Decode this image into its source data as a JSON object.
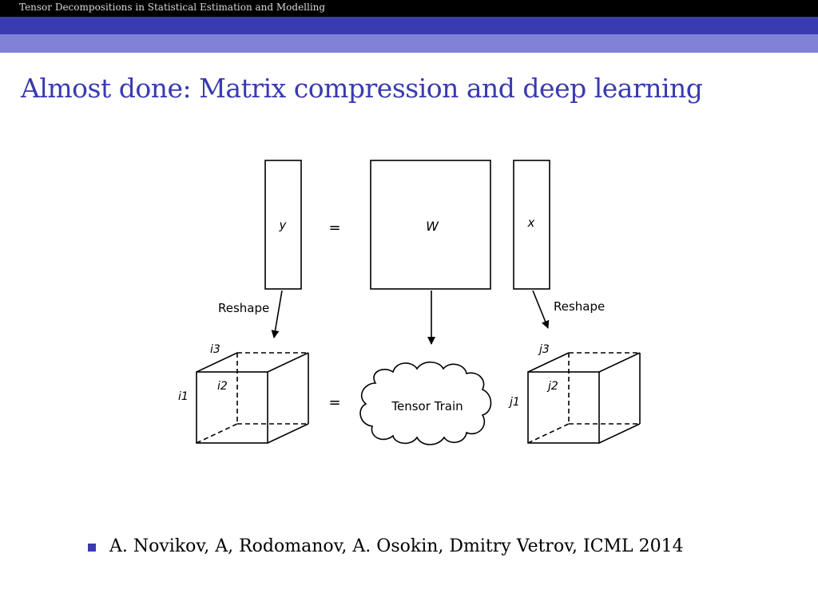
{
  "header": {
    "presentation_title": "Tensor Decompositions in Statistical Estimation and Modelling"
  },
  "frame": {
    "title": "Almost done: Matrix compression and deep learning"
  },
  "figure": {
    "top_row": {
      "y_label": "y",
      "equals": "=",
      "w_label": "W",
      "x_label": "x"
    },
    "reshape_left": "Reshape",
    "reshape_right": "Reshape",
    "left_tensor": {
      "i3": "i3",
      "i2": "i2",
      "i1": "i1"
    },
    "equals_bottom": "=",
    "cloud_label": "Tensor Train",
    "right_tensor": {
      "j3": "j3",
      "j2": "j2",
      "j1": "j1"
    }
  },
  "citation": {
    "text": "A. Novikov, A, Rodomanov, A. Osokin, Dmitry Vetrov, ICML 2014"
  },
  "colors": {
    "headline_bg": "#000000",
    "band_dark": "#3b3bb0",
    "band_light": "#8181d7",
    "title_color": "#3a3ab0",
    "bullet_color": "#3b3bb0"
  }
}
